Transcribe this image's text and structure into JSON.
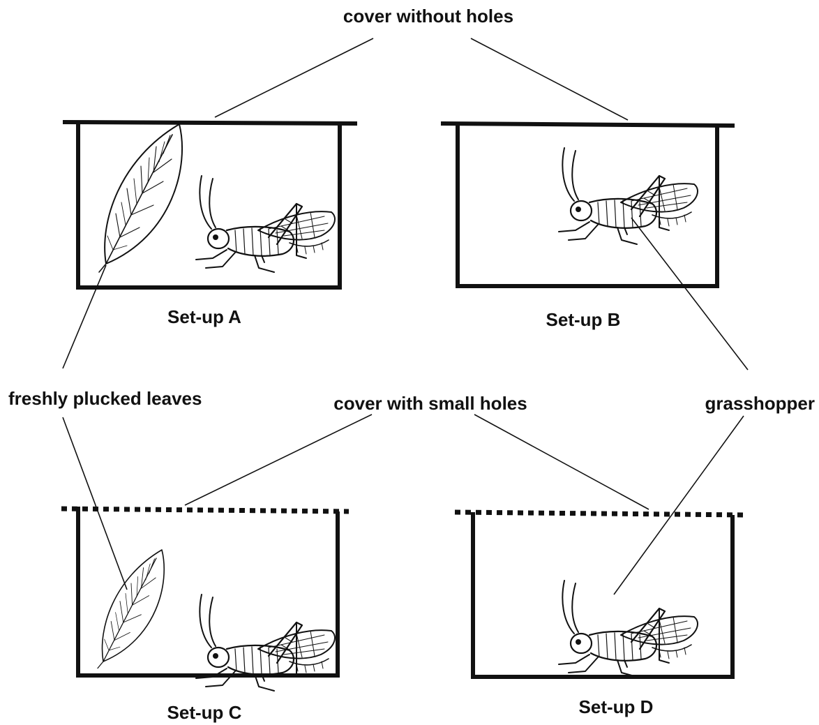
{
  "labels": {
    "cover_without_holes": "cover without holes",
    "cover_with_small_holes": "cover with small holes",
    "freshly_plucked_leaves": "freshly plucked leaves",
    "grasshopper": "grasshopper",
    "setup_a": "Set-up A",
    "setup_b": "Set-up B",
    "setup_c": "Set-up C",
    "setup_d": "Set-up D"
  },
  "setups": [
    {
      "id": "A",
      "cover": "without holes",
      "has_leaf": true,
      "has_grasshopper": true
    },
    {
      "id": "B",
      "cover": "without holes",
      "has_leaf": false,
      "has_grasshopper": true
    },
    {
      "id": "C",
      "cover": "with small holes",
      "has_leaf": true,
      "has_grasshopper": true
    },
    {
      "id": "D",
      "cover": "with small holes",
      "has_leaf": false,
      "has_grasshopper": true
    }
  ],
  "colors": {
    "ink": "#111111",
    "background": "#ffffff"
  }
}
